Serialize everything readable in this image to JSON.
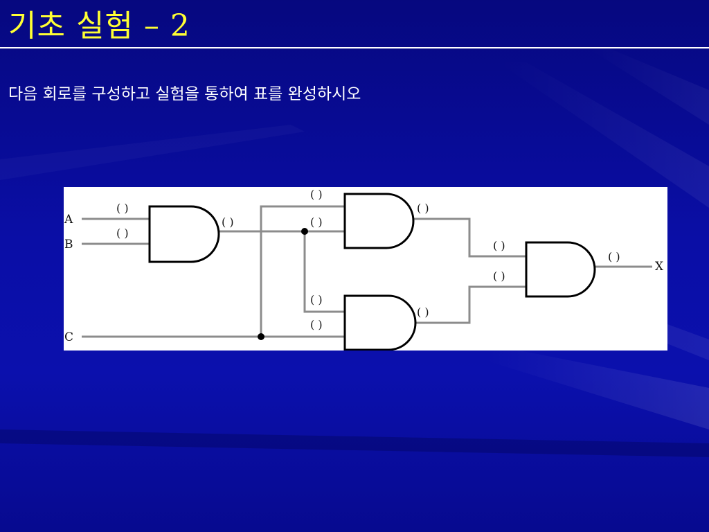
{
  "slide": {
    "title": "기초 실험 – 2",
    "instruction": "다음 회로를 구성하고 실험을 통하여 표를 완성하시오"
  },
  "colors": {
    "background": "#0a0d9c",
    "title_text": "#ffff33",
    "body_text": "#ffffff",
    "panel": "#ffffff",
    "wire": "#8c8c8c",
    "gate_outline": "#000000"
  },
  "circuit": {
    "inputs": {
      "a": "A",
      "b": "B",
      "c": "C"
    },
    "output": "X",
    "blank": "(   )"
  }
}
